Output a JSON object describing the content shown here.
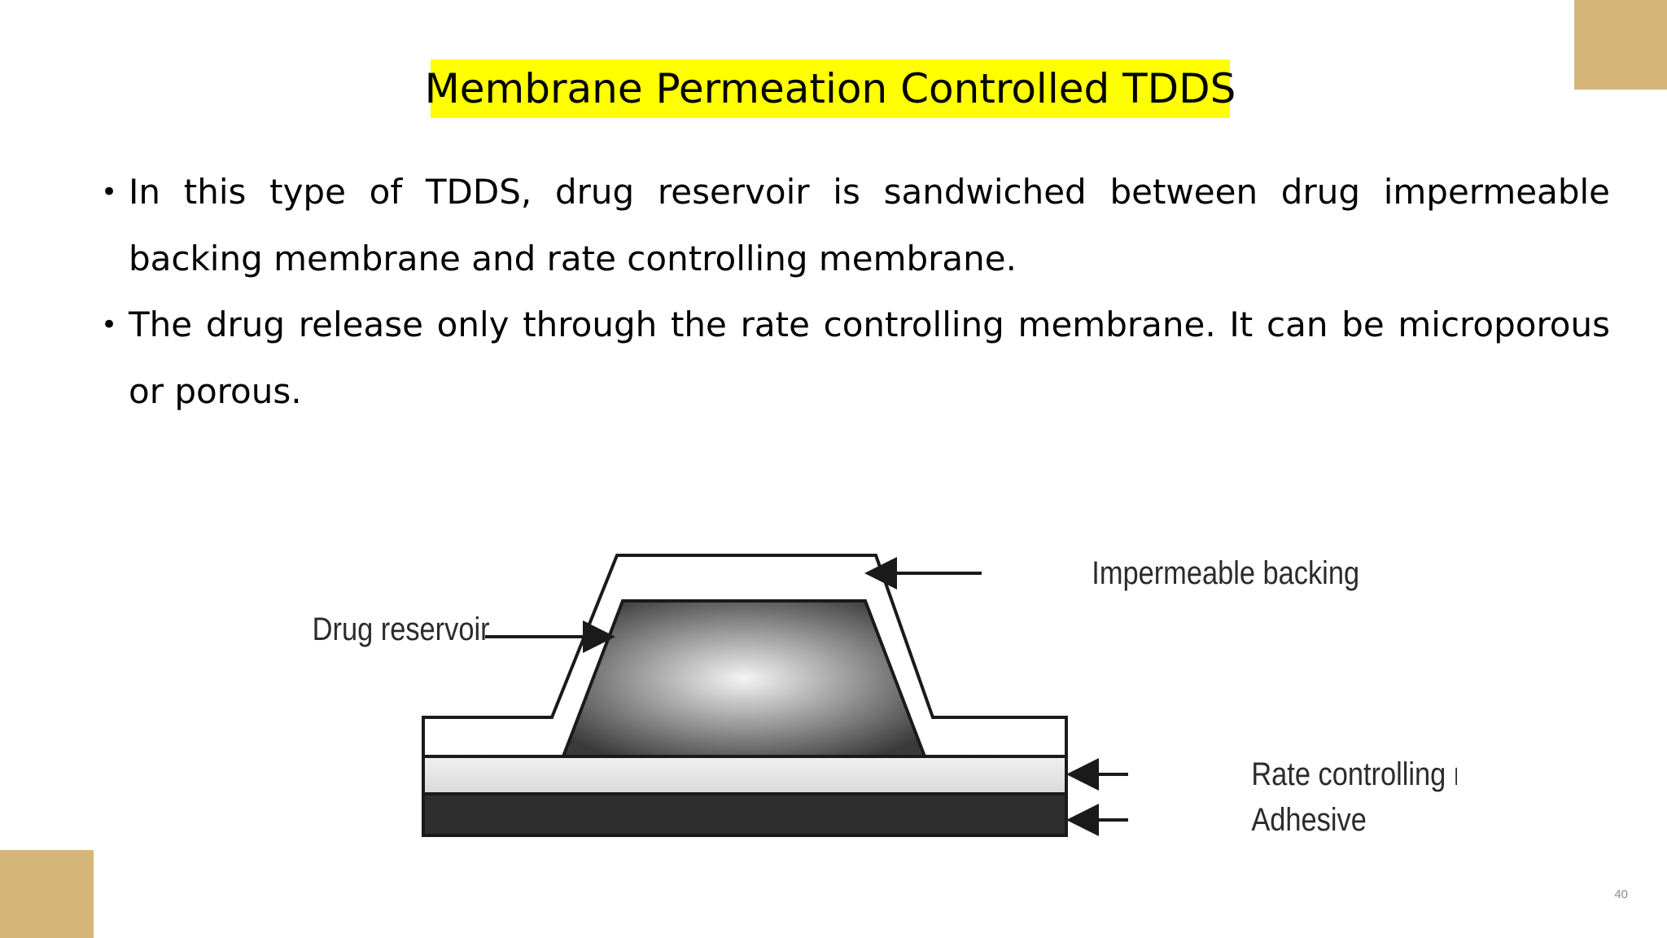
{
  "slide": {
    "title": "Membrane Permeation Controlled TDDS",
    "bullets": [
      "In this type of TDDS, drug reservoir is sandwiched between drug impermeable backing membrane and rate controlling membrane.",
      "The drug release only through the rate controlling membrane. It can be microporous or porous."
    ],
    "bullet_glyph": "•",
    "page_number": "40"
  },
  "diagram": {
    "labels": {
      "drug_reservoir": "Drug reservoir",
      "impermeable_backing": "Impermeable backing",
      "rate_controlling_membrane": "Rate controlling membrane",
      "adhesive": "Adhesive"
    }
  },
  "colors": {
    "title_highlight": "#ffff00",
    "corner_accent": "#d6b678",
    "adhesive": "#2e2e2e",
    "membrane": "#d9d9d9",
    "reservoir_dark": "#3a3a3a",
    "reservoir_light": "#f4f4f4"
  }
}
